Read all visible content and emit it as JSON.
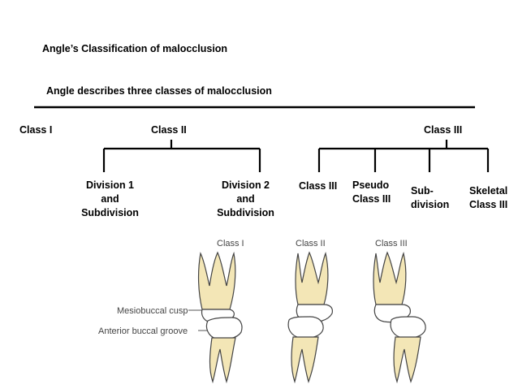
{
  "title": "Angle’s Classification of malocclusion",
  "subtitle": "Angle describes three classes of malocclusion",
  "classes": {
    "class1": "Class I",
    "class2": "Class II",
    "class3": "Class III"
  },
  "class2_divisions": {
    "division1": {
      "line1": "Division 1",
      "line2": "and",
      "line3": "Subdivision"
    },
    "division2": {
      "line1": "Division 2",
      "line2": "and",
      "line3": "Subdivision"
    }
  },
  "class3_types": {
    "true_class3": "Class III",
    "pseudo": {
      "line1": "Pseudo",
      "line2": "Class III"
    },
    "subdivision": {
      "line1": "Sub-",
      "line2": "division"
    },
    "skeletal": {
      "line1": "Skeletal",
      "line2": "Class III"
    }
  },
  "illustration": {
    "label_class1": "Class I",
    "label_class2": "Class II",
    "label_class3": "Class III",
    "label_mesiobuccal": "Mesiobuccal cusp",
    "label_groove": "Anterior buccal groove",
    "tooth_fill": "#f3e6b6",
    "crown_fill": "#ffffff",
    "outline": "#444444"
  }
}
